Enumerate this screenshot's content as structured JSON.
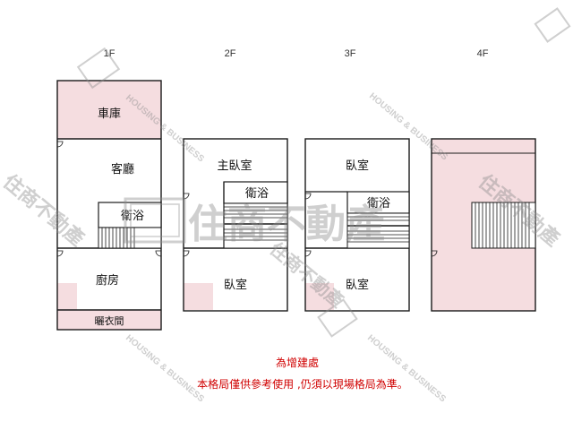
{
  "floors": [
    {
      "id": "1f",
      "label": "1F"
    },
    {
      "id": "2f",
      "label": "2F"
    },
    {
      "id": "3f",
      "label": "3F"
    },
    {
      "id": "4f",
      "label": "4F"
    }
  ],
  "rooms": {
    "f1_garage": "車庫",
    "f1_living": "客廳",
    "f1_bath": "衛浴",
    "f1_kitchen": "廚房",
    "f1_laundry": "曬衣間",
    "f2_master": "主臥室",
    "f2_bath": "衛浴",
    "f2_bedroom": "臥室",
    "f3_bedroom_top": "臥室",
    "f3_bath": "衛浴",
    "f3_bedroom_bottom": "臥室"
  },
  "notes": {
    "addition": "為增建處",
    "disclaimer": "本格局僅供參考使用 ,仍須以現場格局為準。"
  },
  "watermark": {
    "brand": "住商不動產",
    "seal": "住商不動產",
    "english": "HOUSING & BUSINESS"
  },
  "colors": {
    "addition_fill": "#f5dde0",
    "wall": "#1a1a1a",
    "note_red": "#d00000",
    "watermark": "#8c8c8c"
  }
}
